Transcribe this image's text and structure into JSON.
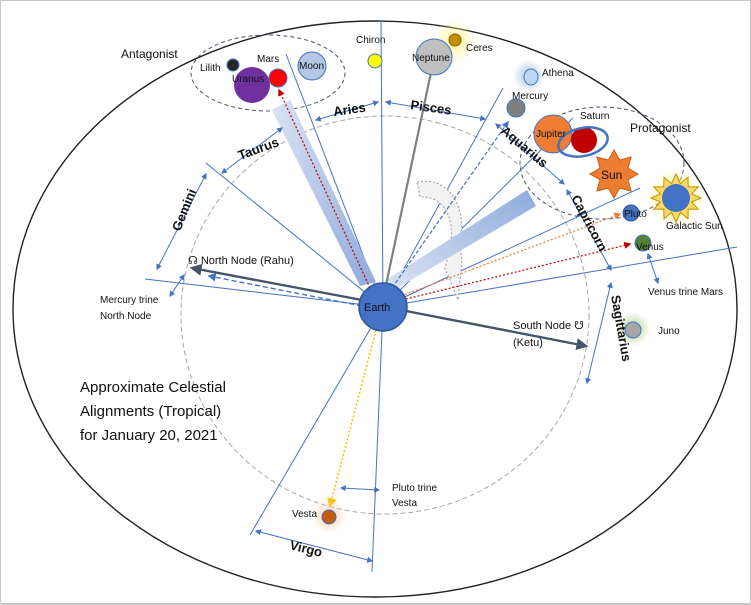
{
  "caption": [
    "Approximate Celestial",
    "Alignments (Tropical)",
    "for January 20, 2021"
  ],
  "groups": {
    "antagonist": "Antagonist",
    "protagonist": "Protagonist"
  },
  "earth": "Earth",
  "bodies": {
    "lilith": "Lilith",
    "mars": "Mars",
    "uranus": "Uranus",
    "moon": "Moon",
    "chiron": "Chiron",
    "neptune": "Neptune",
    "ceres": "Ceres",
    "athena": "Athena",
    "mercury": "Mercury",
    "saturn": "Saturn",
    "jupiter": "Jupiter",
    "sun": "Sun",
    "galactic_sun": "Galactic Sun",
    "pluto": "Pluto",
    "venus": "Venus",
    "juno": "Juno",
    "vesta": "Vesta"
  },
  "nodes": {
    "north": "☊ North Node (Rahu)",
    "south_1": "South Node ☋",
    "south_2": "(Ketu)"
  },
  "signs": {
    "taurus": "Taurus",
    "aries": "Aries",
    "pisces": "Pisces",
    "aquarius": "Aquarius",
    "capricorn": "Capricorn",
    "gemini": "Gemini",
    "sagittarius": "Sagittarius",
    "virgo": "Virgo"
  },
  "aspects": {
    "mercury_trine_1": "Mercury trine",
    "mercury_trine_2": "North Node",
    "venus_trine": "Venus trine Mars",
    "pluto_trine_1": "Pluto trine",
    "pluto_trine_2": "Vesta"
  },
  "colors": {
    "frame": "#222222",
    "guide_blue": "#4472c4",
    "earth": "#4472c4",
    "uranus": "#7030a0",
    "mars": "#ff0000",
    "moon": "#b4c7e7",
    "chiron": "#ffff00",
    "neptune": "#bfbfbf",
    "ceres": "#c09000",
    "athena": "#bdd7ee",
    "mercury": "#7f7f7f",
    "jupiter": "#ed7d31",
    "saturn": "#c00000",
    "sun": "#ed7d31",
    "galactic_sun": "#4472c4",
    "pluto": "#4472c4",
    "venus": "#548235",
    "juno": "#a6a6a6",
    "vesta": "#c55a11",
    "arrow_dark": "#44546a",
    "arrow_gray": "#808080",
    "dotted_red": "#c00000",
    "dotted_orange": "#ed7d31",
    "dotted_yellow": "#ffc000"
  }
}
